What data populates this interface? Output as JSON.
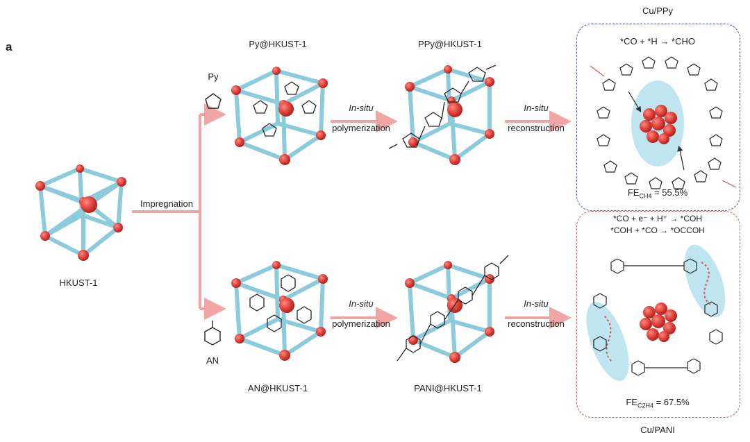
{
  "panel_label": "a",
  "hkust": "HKUST-1",
  "impregnation": "Impregnation",
  "py_monomer": "Py",
  "an_monomer": "AN",
  "py_hkust": "Py@HKUST-1",
  "an_hkust": "AN@HKUST-1",
  "ppy_hkust": "PPy@HKUST-1",
  "pani_hkust": "PANI@HKUST-1",
  "in_situ_1": "In-situ",
  "polymerization_1": "polymerization",
  "in_situ_2": "In-situ",
  "reconstruction_1": "reconstruction",
  "in_situ_3": "In-situ",
  "polymerization_2": "polymerization",
  "in_situ_4": "In-situ",
  "reconstruction_2": "reconstruction",
  "cu_ppy": "Cu/PPy",
  "cu_pani": "Cu/PANI",
  "ppy_reaction": "*CO + *H → *CHO",
  "fe_ch4_prefix": "FE",
  "fe_ch4_sub": "CH4",
  "fe_ch4_value": " = 55.5%",
  "pani_reaction_1": "*CO + e⁻ + H⁺ → *COH",
  "pani_reaction_2": "*COH + *CO → *OCCOH",
  "fe_c2h4_prefix": "FE",
  "fe_c2h4_sub": "C2H4",
  "fe_c2h4_value": " = 67.5%",
  "colors": {
    "rod": "#8ccbdc",
    "node": "#e0413a",
    "arrow": "#f2a5a5",
    "halo": "#a9dcec",
    "box_blue": "#4a56c8",
    "box_red": "#d9534f"
  }
}
